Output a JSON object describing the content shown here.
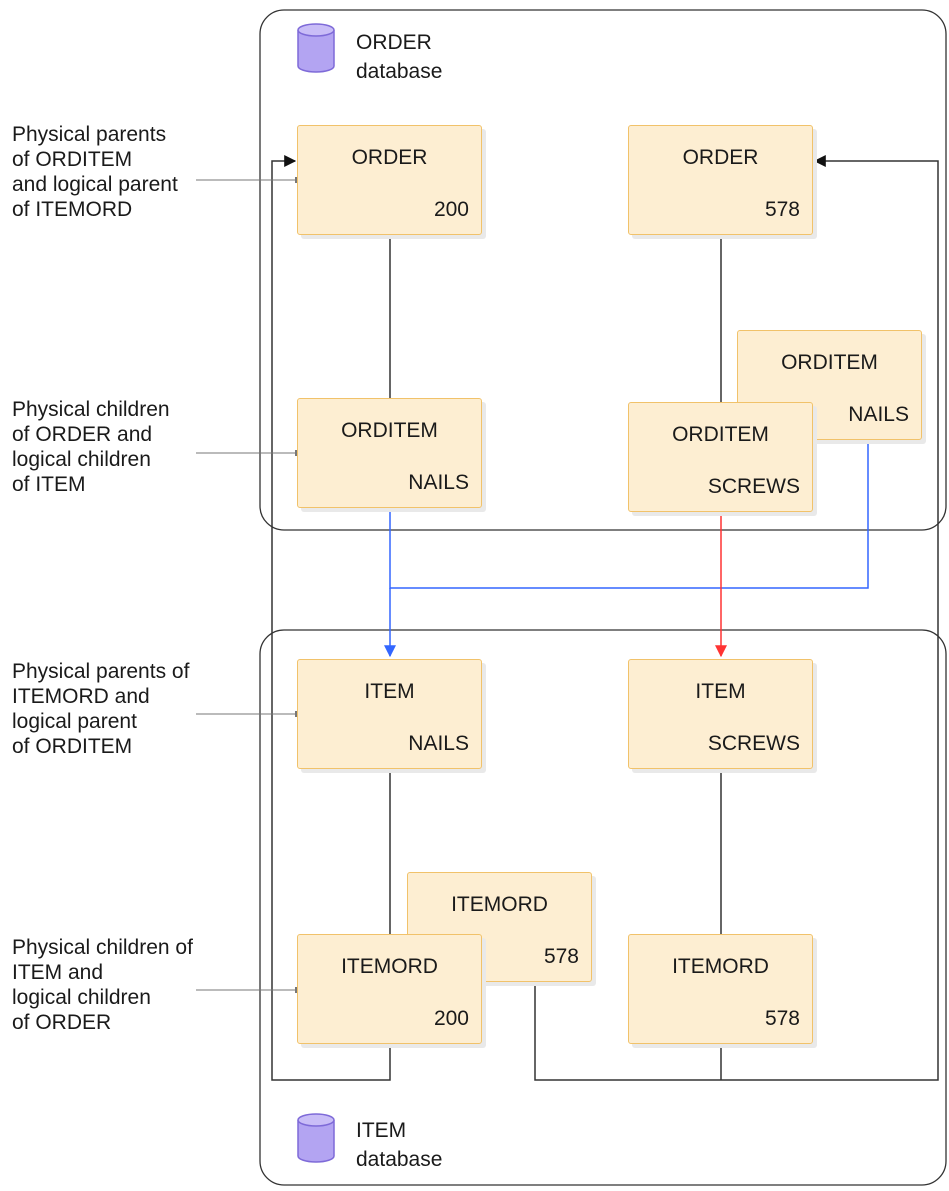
{
  "order_db": {
    "line1": "ORDER",
    "line2": "database"
  },
  "item_db": {
    "line1": "ITEM",
    "line2": "database"
  },
  "annotations": [
    "Physical parents\nof ORDITEM\nand logical parent\nof ITEMORD",
    "Physical children\nof ORDER and\nlogical children\nof ITEM",
    "Physical parents of\nITEMORD and\nlogical parent\nof ORDITEM",
    "Physical children of\nITEM and\nlogical children\nof ORDER"
  ],
  "segments": {
    "order_200": {
      "name": "ORDER",
      "key": "200"
    },
    "order_578": {
      "name": "ORDER",
      "key": "578"
    },
    "orditem_nails_1": {
      "name": "ORDITEM",
      "key": "NAILS"
    },
    "orditem_nails_2": {
      "name": "ORDITEM",
      "key": "NAILS"
    },
    "orditem_screws": {
      "name": "ORDITEM",
      "key": "SCREWS"
    },
    "item_nails": {
      "name": "ITEM",
      "key": "NAILS"
    },
    "item_screws": {
      "name": "ITEM",
      "key": "SCREWS"
    },
    "itemord_578_back": {
      "name": "ITEMORD",
      "key": "578"
    },
    "itemord_200": {
      "name": "ITEMORD",
      "key": "200"
    },
    "itemord_578": {
      "name": "ITEMORD",
      "key": "578"
    }
  },
  "colors": {
    "segment_fill": "#fdeed2",
    "segment_border": "#f1c26a",
    "db_icon": "#b3a4f2",
    "nails_pointer": "#3366ff",
    "screws_pointer": "#ff3333",
    "line": "#222222"
  }
}
